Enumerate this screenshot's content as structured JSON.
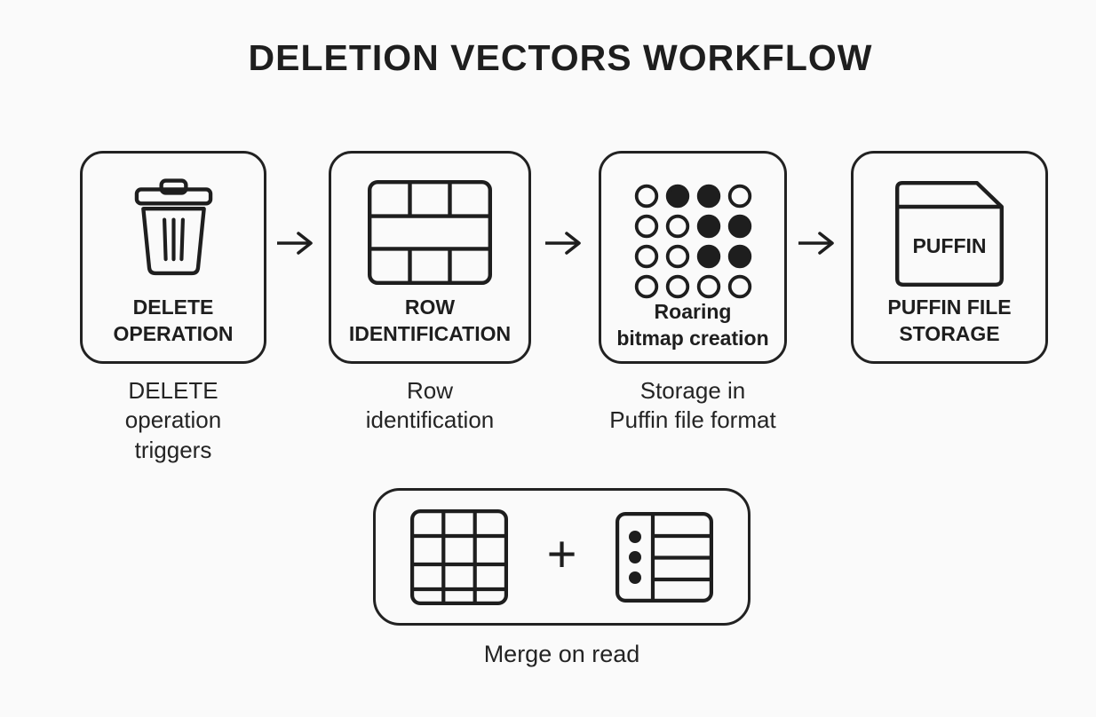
{
  "page": {
    "title": "DELETION VECTORS WORKFLOW",
    "background": "#fafafa",
    "ink": "#1e1e1e"
  },
  "steps": [
    {
      "id": "delete-operation",
      "icon": "trash-icon",
      "label": "DELETE\nOPERATION",
      "caption": "DELETE\noperation\ntriggers"
    },
    {
      "id": "row-identification",
      "icon": "table-rows-icon",
      "label": "ROW\nIDENTIFICATION",
      "caption": "Row\nidentification"
    },
    {
      "id": "roaring-bitmap",
      "icon": "bitmap-dots-icon",
      "label": "Roaring\nbitmap creation",
      "caption": "Storage in\nPuffin file format"
    },
    {
      "id": "puffin-file-storage",
      "icon": "puffin-file-icon",
      "label": "PUFFIN FILE\nSTORAGE",
      "caption": ""
    }
  ],
  "puffin_file_text": "PUFFIN",
  "bitmap_pattern": [
    [
      0,
      1,
      1,
      0
    ],
    [
      0,
      0,
      1,
      1
    ],
    [
      0,
      0,
      1,
      1
    ],
    [
      0,
      0,
      0,
      0
    ]
  ],
  "arrows": {
    "count": 3,
    "glyph": "right-arrow"
  },
  "merge": {
    "left_icon": "data-table-grid-icon",
    "plus": "+",
    "right_icon": "deletion-vector-list-icon",
    "caption": "Merge on read"
  }
}
